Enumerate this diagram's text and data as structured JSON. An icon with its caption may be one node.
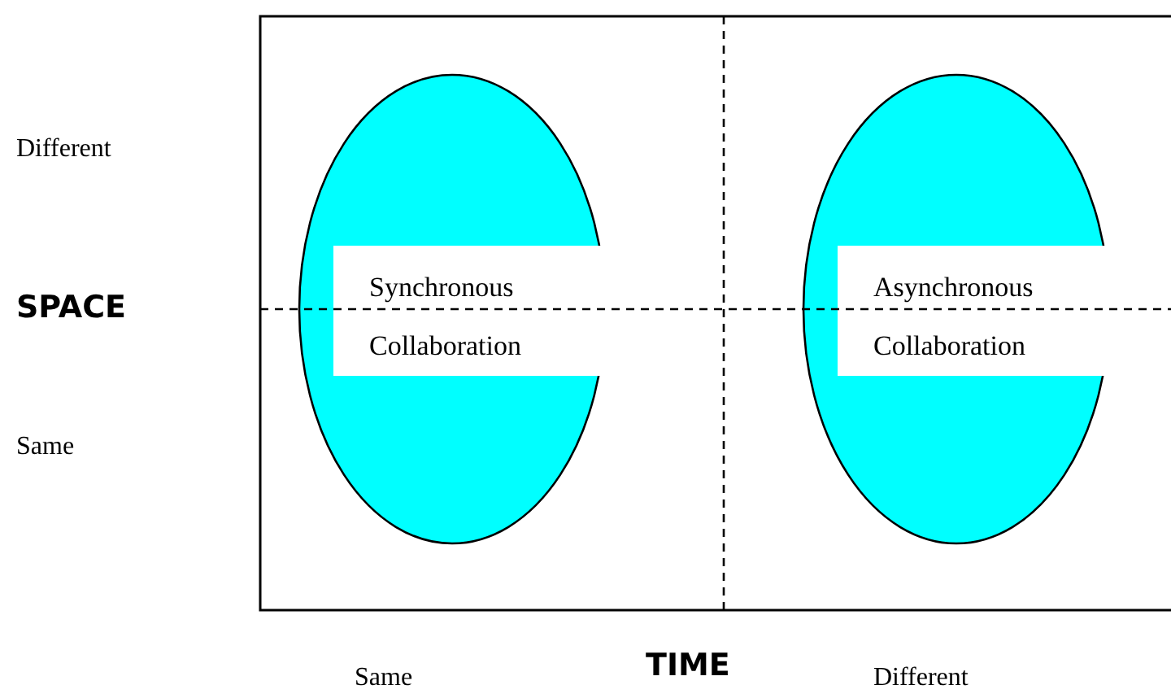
{
  "diagram": {
    "nodes": [
      {
        "text": [
          "Synchronous Collaboration"
        ]
      },
      {
        "text": [
          "Asynchronous Collaboration"
        ]
      }
    ],
    "labels": [
      "Different",
      "SPACE",
      "Same",
      "Same",
      "TIME",
      "Different"
    ]
  }
}
